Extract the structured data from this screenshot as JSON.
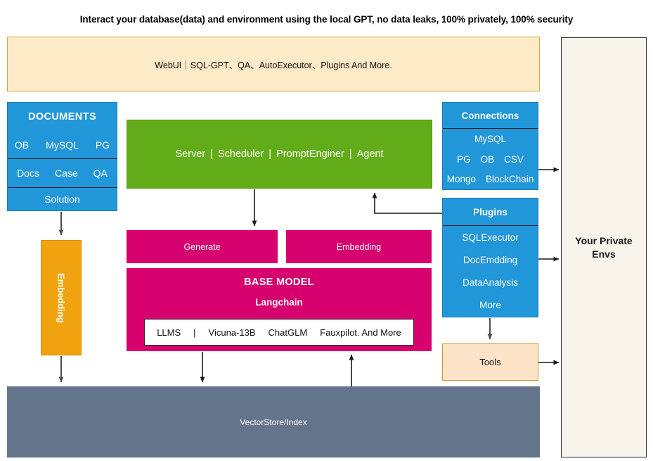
{
  "title": "Interact your database(data) and environment using the local GPT, no data leaks, 100% privately, 100% security",
  "webui": {
    "label": "WebUI｜SQL-GPT、QA、AutoExecutor、Plugins And More."
  },
  "private_envs": {
    "line1": "Your Private",
    "line2": "Envs"
  },
  "documents": {
    "header": "DOCUMENTS",
    "row1": [
      "OB",
      "MySQL",
      "PG"
    ],
    "row2": [
      "Docs",
      "Case",
      "QA"
    ],
    "row3": "Solution"
  },
  "server": {
    "items": [
      "Server",
      "Scheduler",
      "PromptEnginer",
      "Agent"
    ],
    "separator": "|"
  },
  "generate": {
    "label": "Generate"
  },
  "embedding_box": {
    "label": "Embedding"
  },
  "base_model": {
    "title": "BASE MODEL",
    "subtitle": "Langchain",
    "llms_label": "LLMS",
    "llms_separator": "|",
    "llms": [
      "Vicuna-13B",
      "ChatGLM",
      "Fauxpilot. And More"
    ]
  },
  "embedding_vertical": {
    "label": "Embedding"
  },
  "vectorstore": {
    "label": "VectorStore/Index"
  },
  "connections": {
    "header": "Connections",
    "row1": [
      "MySQL"
    ],
    "row2": [
      "PG",
      "OB",
      "CSV"
    ],
    "row3": [
      "Mongo",
      "BlockChain"
    ]
  },
  "plugins": {
    "header": "Plugins",
    "items": [
      "SQLExecutor",
      "DocEmdding",
      "DataAnalysis",
      "More"
    ]
  },
  "tools": {
    "label": "Tools"
  },
  "colors": {
    "blue": "#2196d9",
    "green": "#62ab19",
    "pink": "#d6006e",
    "orange": "#f0a30f",
    "slate": "#64748b",
    "cream": "#fdebc8",
    "peach": "#fde4c8",
    "envs_bg": "#f7f4ec"
  }
}
